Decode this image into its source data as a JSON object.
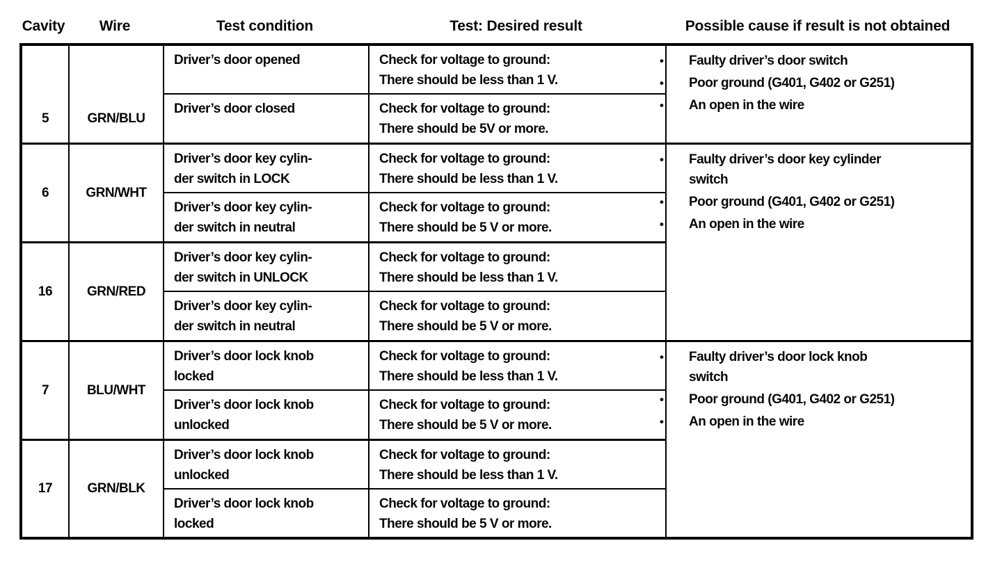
{
  "bullet": "•",
  "colors": {
    "page_background": "#ffffff",
    "text": "#070707",
    "border": "#000000"
  },
  "header": {
    "columns": [
      "Cavity",
      "Wire",
      "Test condition",
      "Test: Desired result",
      "Possible cause if result is not obtained"
    ]
  },
  "sections": [
    {
      "causes": [
        "Faulty driver’s door switch",
        "Poor ground (G401, G402 or G251)",
        "An open in the wire"
      ],
      "cavities": [
        {
          "cavity": "5",
          "wire": "GRN/BLU",
          "rows": [
            {
              "condition": "Driver’s door opened",
              "result": "Check for voltage to ground:\nThere should be less than 1 V."
            },
            {
              "condition": "Driver’s door closed",
              "result": "Check for voltage to ground:\nThere should be 5V or more."
            }
          ]
        }
      ]
    },
    {
      "causes": [
        "Faulty driver’s door key cylinder\nswitch",
        "Poor ground (G401, G402 or G251)",
        "An open in the wire"
      ],
      "cavities": [
        {
          "cavity": "6",
          "wire": "GRN/WHT",
          "rows": [
            {
              "condition": "Driver’s door key cylin-\nder switch in LOCK",
              "result": "Check for voltage to ground:\nThere should be less than 1 V."
            },
            {
              "condition": "Driver’s door key cylin-\nder switch in neutral",
              "result": "Check for voltage to ground:\nThere should be 5 V or more."
            }
          ]
        },
        {
          "cavity": "16",
          "wire": "GRN/RED",
          "rows": [
            {
              "condition": "Driver’s door key cylin-\nder switch in UNLOCK",
              "result": "Check for voltage to ground:\nThere should be less than 1 V."
            },
            {
              "condition": "Driver’s door key cylin-\nder switch in neutral",
              "result": "Check for voltage to ground:\nThere should be 5 V or more."
            }
          ]
        }
      ]
    },
    {
      "causes": [
        "Faulty driver’s door lock knob\nswitch",
        "Poor ground (G401, G402 or G251)",
        "An open in the wire"
      ],
      "cavities": [
        {
          "cavity": "7",
          "wire": "BLU/WHT",
          "rows": [
            {
              "condition": "Driver’s door lock knob\nlocked",
              "result": "Check for voltage to ground:\nThere should be less than 1 V."
            },
            {
              "condition": "Driver’s door lock knob\nunlocked",
              "result": "Check for voltage to ground:\nThere should be 5 V or more."
            }
          ]
        },
        {
          "cavity": "17",
          "wire": "GRN/BLK",
          "rows": [
            {
              "condition": "Driver’s door lock knob\nunlocked",
              "result": "Check for voltage to ground:\nThere should be less than 1 V."
            },
            {
              "condition": "Driver’s door lock knob\nlocked",
              "result": "Check for voltage to ground:\nThere should be 5 V or more."
            }
          ]
        }
      ]
    }
  ]
}
